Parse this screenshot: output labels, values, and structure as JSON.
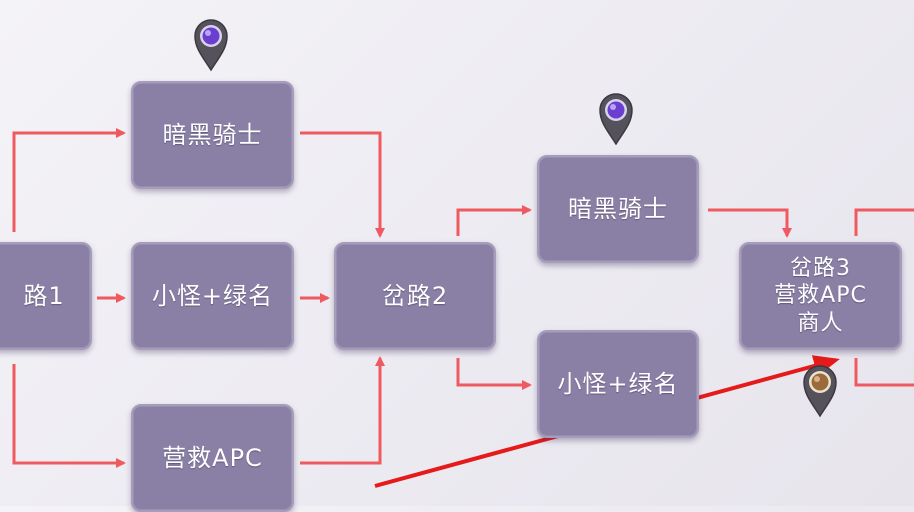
{
  "nodes": {
    "fork1": "路1",
    "dark_knight_1": "暗黑骑士",
    "minion_1": "小怪+绿名",
    "rescue_1": "营救APC",
    "fork2": "岔路2",
    "dark_knight_2": "暗黑骑士",
    "minion_2": "小怪+绿名",
    "fork3": {
      "line1": "岔路3",
      "line2": "营救APC",
      "line3": "商人"
    }
  },
  "colors": {
    "node_fill": "#8a80a6",
    "connector": "#ef5a60",
    "annotation_arrow": "#e51b1b",
    "marker_purple": "#6a3fd0",
    "marker_bronze": "#9a6a3a"
  },
  "markers": [
    {
      "name": "purple-boss-icon",
      "attached_to": "dark_knight_1"
    },
    {
      "name": "purple-boss-icon",
      "attached_to": "dark_knight_2"
    },
    {
      "name": "bronze-npc-icon",
      "attached_to": "fork3"
    }
  ]
}
